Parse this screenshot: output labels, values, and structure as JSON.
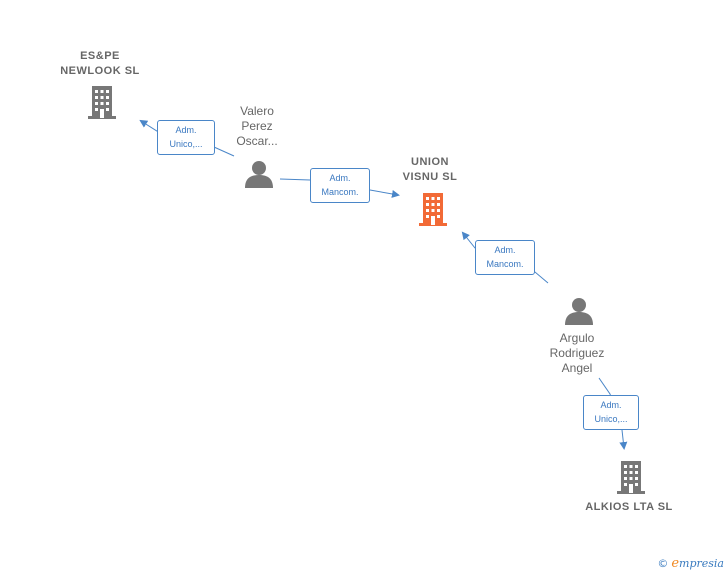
{
  "nodes": {
    "espe": {
      "line1": "ES&PE",
      "line2": "NEWLOOK  SL"
    },
    "union": {
      "line1": "UNION",
      "line2": "VISNU  SL"
    },
    "alkios": {
      "line1": "ALKIOS LTA  SL"
    },
    "valero": {
      "line1": "Valero",
      "line2": "Perez",
      "line3": "Oscar..."
    },
    "argulo": {
      "line1": "Argulo",
      "line2": "Rodriguez",
      "line3": "Angel"
    }
  },
  "edges": {
    "valero_espe": {
      "line1": "Adm.",
      "line2": "Unico,..."
    },
    "valero_union": {
      "line1": "Adm.",
      "line2": "Mancom."
    },
    "argulo_union": {
      "line1": "Adm.",
      "line2": "Mancom."
    },
    "argulo_alkios": {
      "line1": "Adm.",
      "line2": "Unico,..."
    }
  },
  "colors": {
    "building": "#777777",
    "focus_building": "#f26a36",
    "person": "#777777",
    "edge": "#4a86c8"
  },
  "brand": {
    "copyright": "©",
    "initial": "e",
    "name": "mpresia"
  }
}
